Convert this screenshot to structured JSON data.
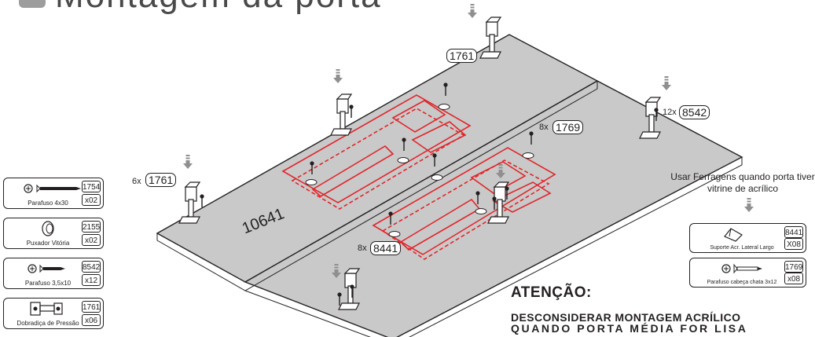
{
  "header": {
    "title": "Montagem da porta"
  },
  "panel_label": "10641",
  "callouts": [
    {
      "code": "1761",
      "multiplier": ""
    },
    {
      "code": "8542",
      "multiplier": "12x"
    },
    {
      "code": "1769",
      "multiplier": "8x"
    },
    {
      "code": "1761",
      "multiplier": "6x"
    },
    {
      "code": "8441",
      "multiplier": "8x"
    }
  ],
  "parts_legend": [
    {
      "name": "Parafuso 4x30",
      "code": "1754",
      "qty": "x02",
      "icon": "long-screw-icon"
    },
    {
      "name": "Puxador Vitória",
      "code": "2155",
      "qty": "x02",
      "icon": "knob-handle-icon"
    },
    {
      "name": "Parafuso 3,5x10",
      "code": "8542",
      "qty": "x12",
      "icon": "short-screw-icon"
    },
    {
      "name": "Dobradiça de Pressão",
      "code": "1761",
      "qty": "x06",
      "icon": "hinge-icon"
    }
  ],
  "acrylic_note": "Usar Ferragens quando porta tiver vitrine de acrílico",
  "acrylic_parts": [
    {
      "name": "Suporte Acr. Lateral Largo",
      "code": "8441",
      "qty": "X08",
      "icon": "acrylic-support-icon"
    },
    {
      "name": "Parafuso cabeça chata 3x12",
      "code": "1769",
      "qty": "x08",
      "icon": "flat-screw-icon"
    }
  ],
  "attention": {
    "title": "ATENÇÃO:",
    "line1": "DESCONSIDERAR MONTAGEM ACRÍLICO",
    "line2": "QUANDO PORTA MÉDIA FOR LISA"
  },
  "colors": {
    "panel_fill": "#c9c9c9",
    "outline": "#231f20",
    "acrylic_outline": "#e0262b",
    "arrow": "#8f8f8f"
  }
}
